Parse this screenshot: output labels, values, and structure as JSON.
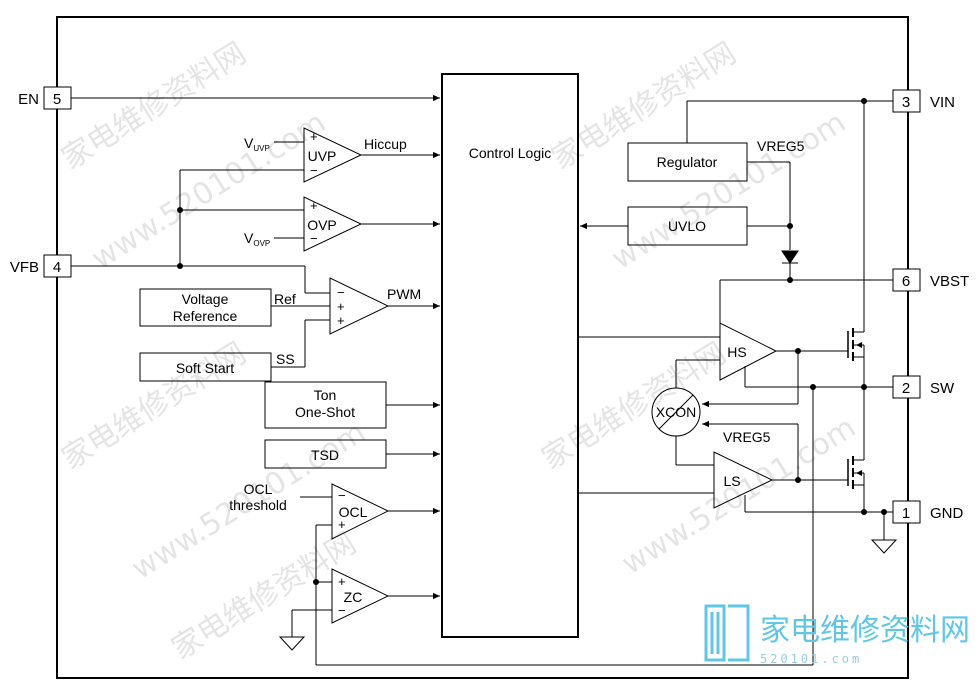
{
  "pins": {
    "en": {
      "name": "EN",
      "num": "5"
    },
    "vfb": {
      "name": "VFB",
      "num": "4"
    },
    "vin": {
      "name": "VIN",
      "num": "3"
    },
    "vbst": {
      "name": "VBST",
      "num": "6"
    },
    "sw": {
      "name": "SW",
      "num": "2"
    },
    "gnd": {
      "name": "GND",
      "num": "1"
    }
  },
  "blocks": {
    "control_logic": "Control Logic",
    "voltage_reference": [
      "Voltage",
      "Reference"
    ],
    "soft_start": "Soft Start",
    "ton": [
      "Ton",
      "One-Shot"
    ],
    "tsd": "TSD",
    "regulator": "Regulator",
    "uvlo": "UVLO",
    "xcon": "XCON"
  },
  "comparators": {
    "uvp": "UVP",
    "ovp": "OVP",
    "ocl": "OCL",
    "zc": "ZC",
    "hs": "HS",
    "ls": "LS"
  },
  "signals": {
    "v_uvp": {
      "main": "V",
      "sub": "UVP"
    },
    "v_ovp": {
      "main": "V",
      "sub": "OVP"
    },
    "hiccup": "Hiccup",
    "pwm": "PWM",
    "ref": "Ref",
    "ss": "SS",
    "ocl_threshold": [
      "OCL",
      "threshold"
    ],
    "vreg5_top": "VREG5",
    "vreg5_ls": "VREG5"
  },
  "signs": {
    "plus": "+",
    "minus": "−"
  },
  "watermark": {
    "text": "家电维修资料网",
    "url": "www.520101.com",
    "logo_text": "家电维修资料网",
    "logo_url": "520101.com"
  }
}
